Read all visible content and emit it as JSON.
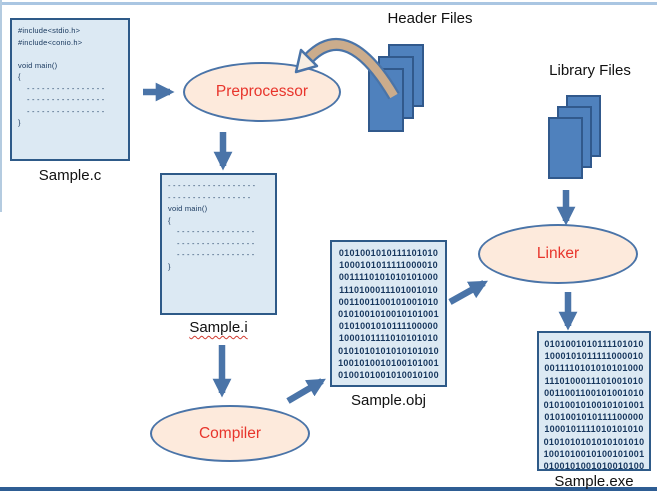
{
  "files": {
    "sample_c": {
      "label": "Sample.c",
      "lines": [
        "#include<stdio.h>",
        "#include<conio.h>",
        "",
        "void main()",
        "{",
        "- - - - - - - - - - - - - - - -",
        "- - - - - - - - - - - - - - - -",
        "- - - - - - - - - - - - - - - -",
        "}"
      ]
    },
    "sample_i": {
      "label": "Sample.i",
      "lines": [
        "- - - - - - - - - - - - - - - - - -",
        "- - - - - - - - - - - - - - - - -",
        "void main()",
        "{",
        "- - - - - - - - - - - - - - - -",
        "- - - - - - - - - - - - - - - -",
        "- - - - - - - - - - - - - - - -",
        "}"
      ]
    },
    "sample_obj": {
      "label": "Sample.obj",
      "binary": [
        "0101001010111101010",
        "1000101011111000010",
        "0011110101010101000",
        "1110100011101001010",
        "0011001100101001010",
        "0101001010010101001",
        "0101001010111100000",
        "1000101111010101010",
        "0101010101010101010",
        "1001010010100101001",
        "0100101001010010100"
      ]
    },
    "sample_exe": {
      "label": "Sample.exe",
      "binary": [
        "0101001010111101010",
        "1000101011111000010",
        "0011110101010101000",
        "1110100011101001010",
        "0011001100101001010",
        "0101001010010101001",
        "0101001010111100000",
        "1000101111010101010",
        "0101010101010101010",
        "1001010010100101001",
        "0100101001010010100"
      ]
    }
  },
  "processes": {
    "preprocessor": {
      "label": "Preprocessor"
    },
    "compiler": {
      "label": "Compiler"
    },
    "linker": {
      "label": "Linker"
    }
  },
  "inputs": {
    "header_files": {
      "label": "Header Files"
    },
    "library_files": {
      "label": "Library Files"
    }
  },
  "colors": {
    "process_fill": "#fdeadc",
    "process_border": "#4a74a8",
    "process_text": "#e8352c",
    "file_fill": "#dce9f3",
    "file_border": "#2e5a88",
    "doc_fill": "#4f81bd",
    "arrow": "#4a74a8",
    "curve_arrow_fill": "#cbac8c",
    "binary_text": "#17375e"
  }
}
